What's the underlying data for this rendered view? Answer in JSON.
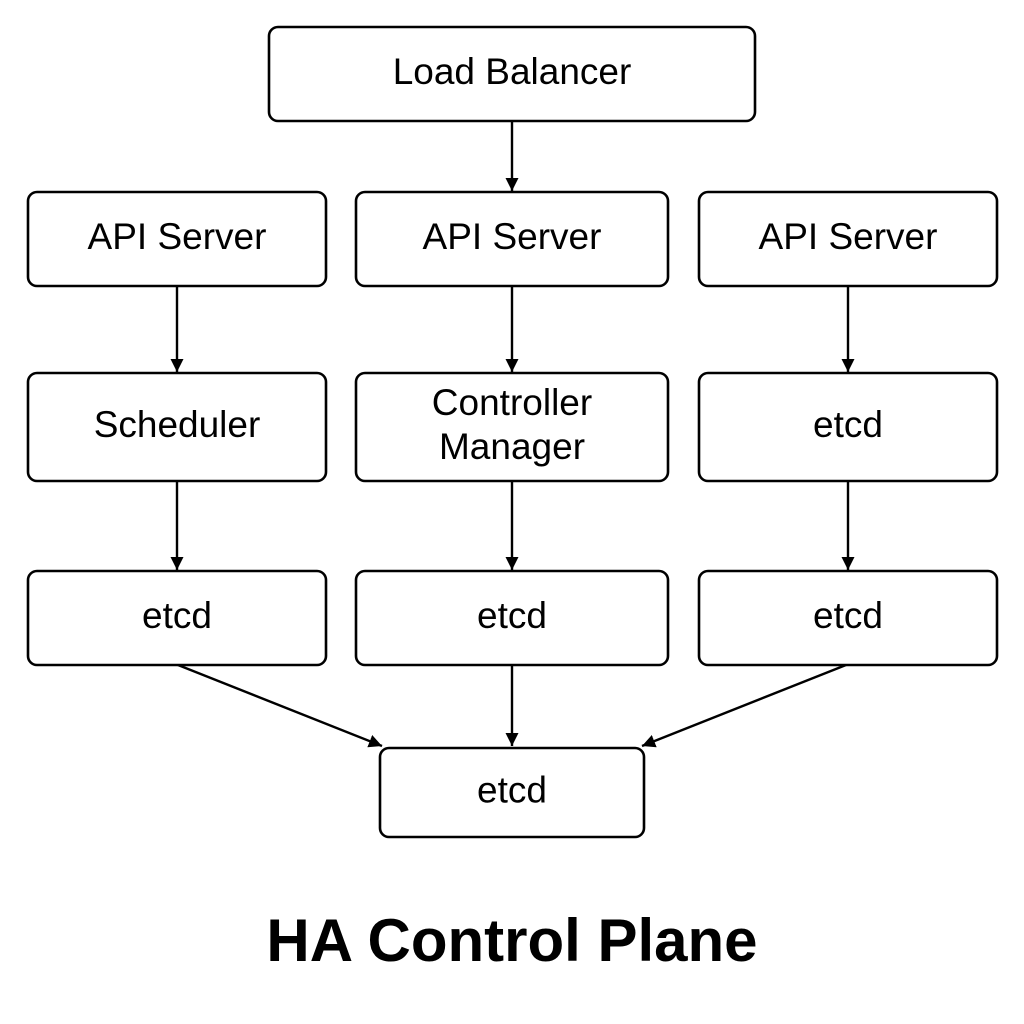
{
  "title": "HA Control Plane",
  "colors": {
    "background": "#ffffff",
    "stroke": "#000000",
    "text": "#000000"
  },
  "nodes": [
    {
      "id": "load-balancer",
      "lines": [
        "Load Balancer"
      ]
    },
    {
      "id": "api-server-1",
      "lines": [
        "API Server"
      ]
    },
    {
      "id": "api-server-2",
      "lines": [
        "API Server"
      ]
    },
    {
      "id": "api-server-3",
      "lines": [
        "API Server"
      ]
    },
    {
      "id": "scheduler",
      "lines": [
        "Scheduler"
      ]
    },
    {
      "id": "controller-manager",
      "lines": [
        "Controller",
        "Manager"
      ]
    },
    {
      "id": "etcd-row3-right",
      "lines": [
        "etcd"
      ]
    },
    {
      "id": "etcd-row4-left",
      "lines": [
        "etcd"
      ]
    },
    {
      "id": "etcd-row4-center",
      "lines": [
        "etcd"
      ]
    },
    {
      "id": "etcd-row4-right",
      "lines": [
        "etcd"
      ]
    },
    {
      "id": "etcd-bottom",
      "lines": [
        "etcd"
      ]
    }
  ],
  "edges": [
    {
      "from": "load-balancer",
      "to": "api-server-2"
    },
    {
      "from": "api-server-1",
      "to": "scheduler"
    },
    {
      "from": "api-server-2",
      "to": "controller-manager"
    },
    {
      "from": "api-server-3",
      "to": "etcd-row3-right"
    },
    {
      "from": "scheduler",
      "to": "etcd-row4-left"
    },
    {
      "from": "controller-manager",
      "to": "etcd-row4-center"
    },
    {
      "from": "etcd-row3-right",
      "to": "etcd-row4-right"
    },
    {
      "from": "etcd-row4-left",
      "to": "etcd-bottom"
    },
    {
      "from": "etcd-row4-center",
      "to": "etcd-bottom"
    },
    {
      "from": "etcd-row4-right",
      "to": "etcd-bottom"
    }
  ]
}
